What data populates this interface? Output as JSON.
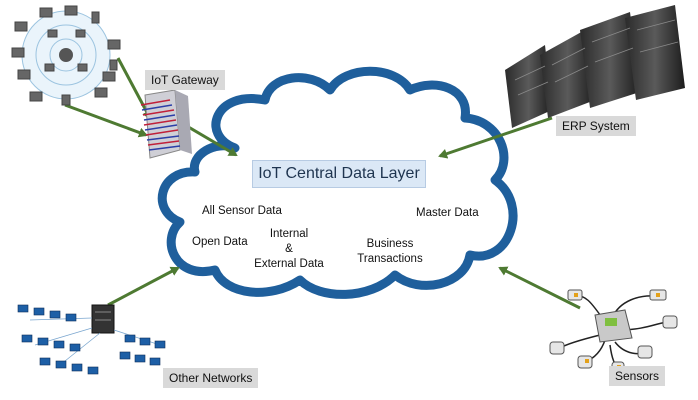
{
  "cloud": {
    "title": "IoT Central Data Layer",
    "items": {
      "all_sensor_data": "All Sensor Data",
      "open_data": "Open Data",
      "internal_1": "Internal",
      "internal_2": "&",
      "internal_3": "External Data",
      "master_data": "Master Data",
      "business_1": "Business",
      "business_2": "Transactions"
    }
  },
  "sources": {
    "iot_gateway": "IoT Gateway",
    "erp_system": "ERP System",
    "other_networks": "Other Networks",
    "sensors": "Sensors"
  },
  "colors": {
    "cloud_border": "#1f5f9c",
    "arrow": "#4e7a32",
    "label_bg": "#d9d9d9",
    "title_bg": "#dbe8f6"
  },
  "icons": [
    "device-network-icon",
    "gateway-server-icon",
    "server-rack-icon",
    "computer-network-icon",
    "sensor-cluster-icon"
  ]
}
